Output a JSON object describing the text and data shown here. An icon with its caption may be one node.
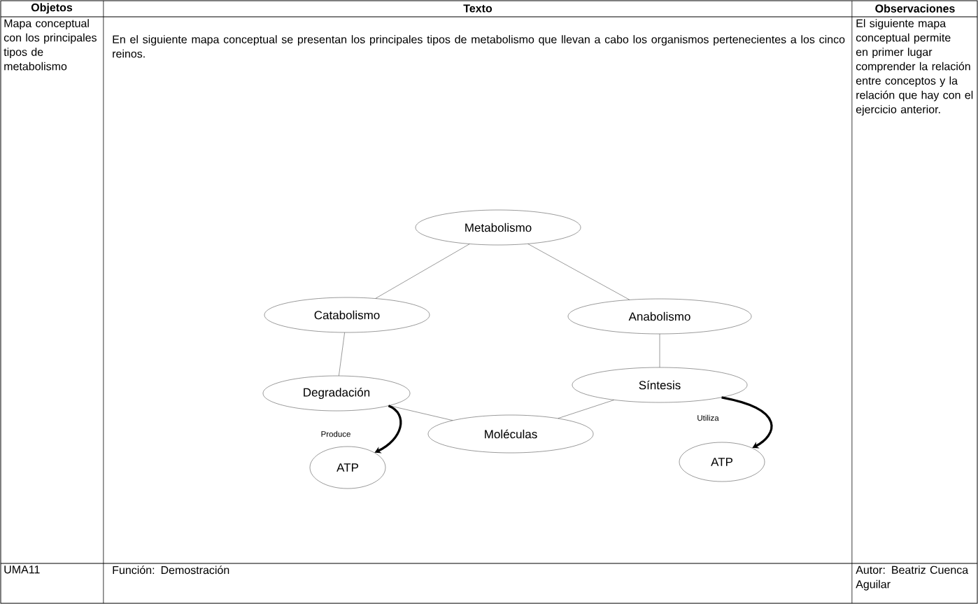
{
  "diagram": {
    "nodes": [
      {
        "text": [
          "Metabolismo"
        ]
      },
      {
        "text": [
          "Catabolismo"
        ]
      },
      {
        "text": [
          "Anabolismo"
        ]
      },
      {
        "text": [
          "Degradación"
        ]
      },
      {
        "text": [
          "Síntesis"
        ]
      },
      {
        "text": [
          "Moléculas"
        ]
      },
      {
        "text": [
          "ATP"
        ]
      },
      {
        "text": [
          "ATP"
        ]
      }
    ],
    "edges": [
      {
        "from": 0,
        "to": 1,
        "arrow": "none"
      },
      {
        "from": 0,
        "to": 2,
        "arrow": "none"
      },
      {
        "from": 1,
        "to": 3,
        "arrow": "none"
      },
      {
        "from": 2,
        "to": 4,
        "arrow": "none"
      },
      {
        "from": 3,
        "to": 5,
        "arrow": "none"
      },
      {
        "from": 4,
        "to": 5,
        "arrow": "none"
      },
      {
        "from": 3,
        "to": 6,
        "arrow": "to",
        "label": "Produce",
        "style": "thick"
      },
      {
        "from": 4,
        "to": 7,
        "arrow": "to",
        "label": "Utiliza",
        "style": "thick"
      }
    ],
    "labels": [
      "Objetos",
      "Texto",
      "Observaciones",
      "Mapa conceptual con los principales tipos de metabolismo",
      "En el siguiente mapa conceptual se presentan los principales tipos de metabolismo que llevan a cabo los organismos pertenecientes a los cinco reinos.",
      "El siguiente mapa conceptual permite en primer lugar comprender la relación entre conceptos y la relación que hay con el ejercicio anterior.",
      "UMA11",
      "Función: Demostración",
      "Autor: Beatriz Cuenca Aguilar"
    ]
  }
}
